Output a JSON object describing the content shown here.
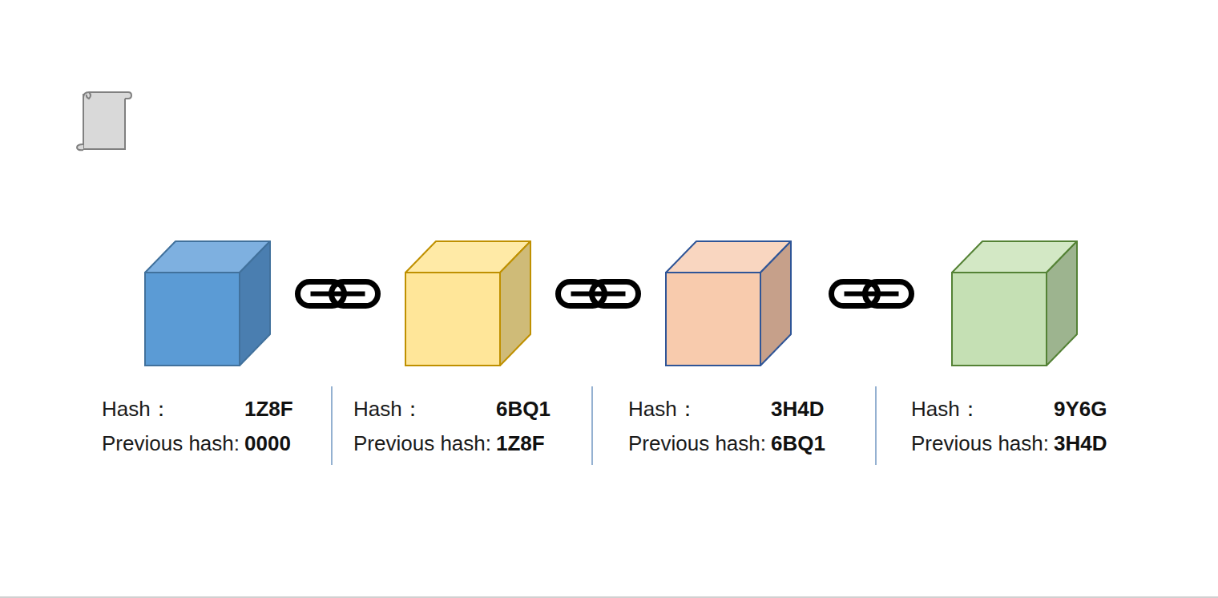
{
  "diagram": {
    "nodes": [
      {
        "text": [
          "Hash：",
          "1Z8F",
          "Previous hash:",
          "0000"
        ]
      },
      {
        "text": [
          "Hash：",
          "6BQ1",
          "Previous hash:",
          "1Z8F"
        ]
      },
      {
        "text": [
          "Hash：",
          "3H4D",
          "Previous hash:",
          "6BQ1"
        ]
      },
      {
        "text": [
          "Hash：",
          "9Y6G",
          "Previous hash:",
          "3H4D"
        ]
      }
    ],
    "edges": [
      {
        "from": 0,
        "to": 1,
        "arrow": "none"
      },
      {
        "from": 1,
        "to": 2,
        "arrow": "none"
      },
      {
        "from": 2,
        "to": 3,
        "arrow": "none"
      }
    ]
  }
}
